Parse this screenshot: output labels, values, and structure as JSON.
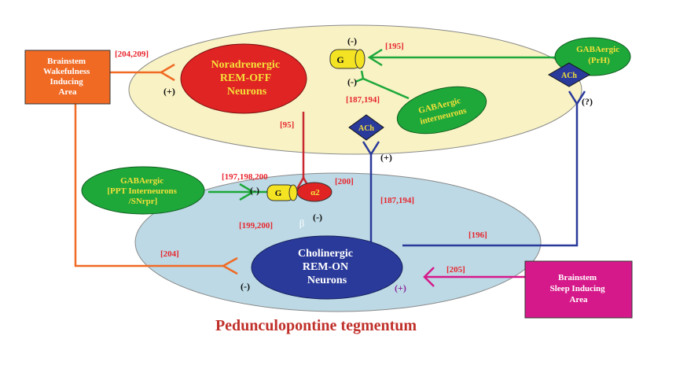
{
  "nodes": {
    "noradrenergic": [
      "Noradrenergic",
      "REM-OFF",
      "Neurons"
    ],
    "cholinergic": [
      "Cholinergic",
      "REM-ON",
      "Neurons"
    ],
    "gaba_interneurons": [
      "GABAergic",
      "interneurons"
    ],
    "gaba_prh": [
      "GABAergic",
      "(PrH)"
    ],
    "gaba_ppt": [
      "GABAergic",
      "[PPT Interneurons",
      "/SNrpr]"
    ],
    "brainstem_wake": [
      "Brainstem",
      "Wakefulness",
      "Inducing",
      "Area"
    ],
    "brainstem_sleep": [
      "Brainstem",
      "Sleep Inducing",
      "Area"
    ]
  },
  "receptors": {
    "g_top": "G",
    "g_mid": "G",
    "alpha2": "α2",
    "beta": "β",
    "ach_mid": "ACh",
    "ach_prh": "ACh"
  },
  "references": {
    "r204_209": "[204,209]",
    "r195": "[195]",
    "r187_194_top": "[187,194]",
    "r95": "[95]",
    "r197_200": "[197,198,200",
    "r200": "[200]",
    "r199_200": "[199,200]",
    "r187_194_mid": "[187,194]",
    "r196": "[196]",
    "r204": "[204]",
    "r205": "[205]"
  },
  "signs": {
    "wake_plus": "(+)",
    "g_top_minus_a": "(-)",
    "g_top_minus_b": "(-)",
    "prh_question": "(?)",
    "ach_plus": "(+)",
    "ppt_minus": "(-)",
    "beta_minus": "(-)",
    "chol_minus": "(-)",
    "sleep_plus": "(+)"
  },
  "region_label": "Pedunculopontine tegmentum",
  "colors": {
    "top_region": "#f8f2c4",
    "bottom_region": "#bcd9e5",
    "noradrenergic": "#e02323",
    "cholinergic": "#2a3a9a",
    "gaba": "#1ea83a",
    "gaba_text": "#f4e03a",
    "wake_box": "#f06a24",
    "sleep_box": "#d6198a",
    "receptor_g": "#f4e323",
    "ach": "#2a3a9a",
    "title": "#c0302a"
  }
}
